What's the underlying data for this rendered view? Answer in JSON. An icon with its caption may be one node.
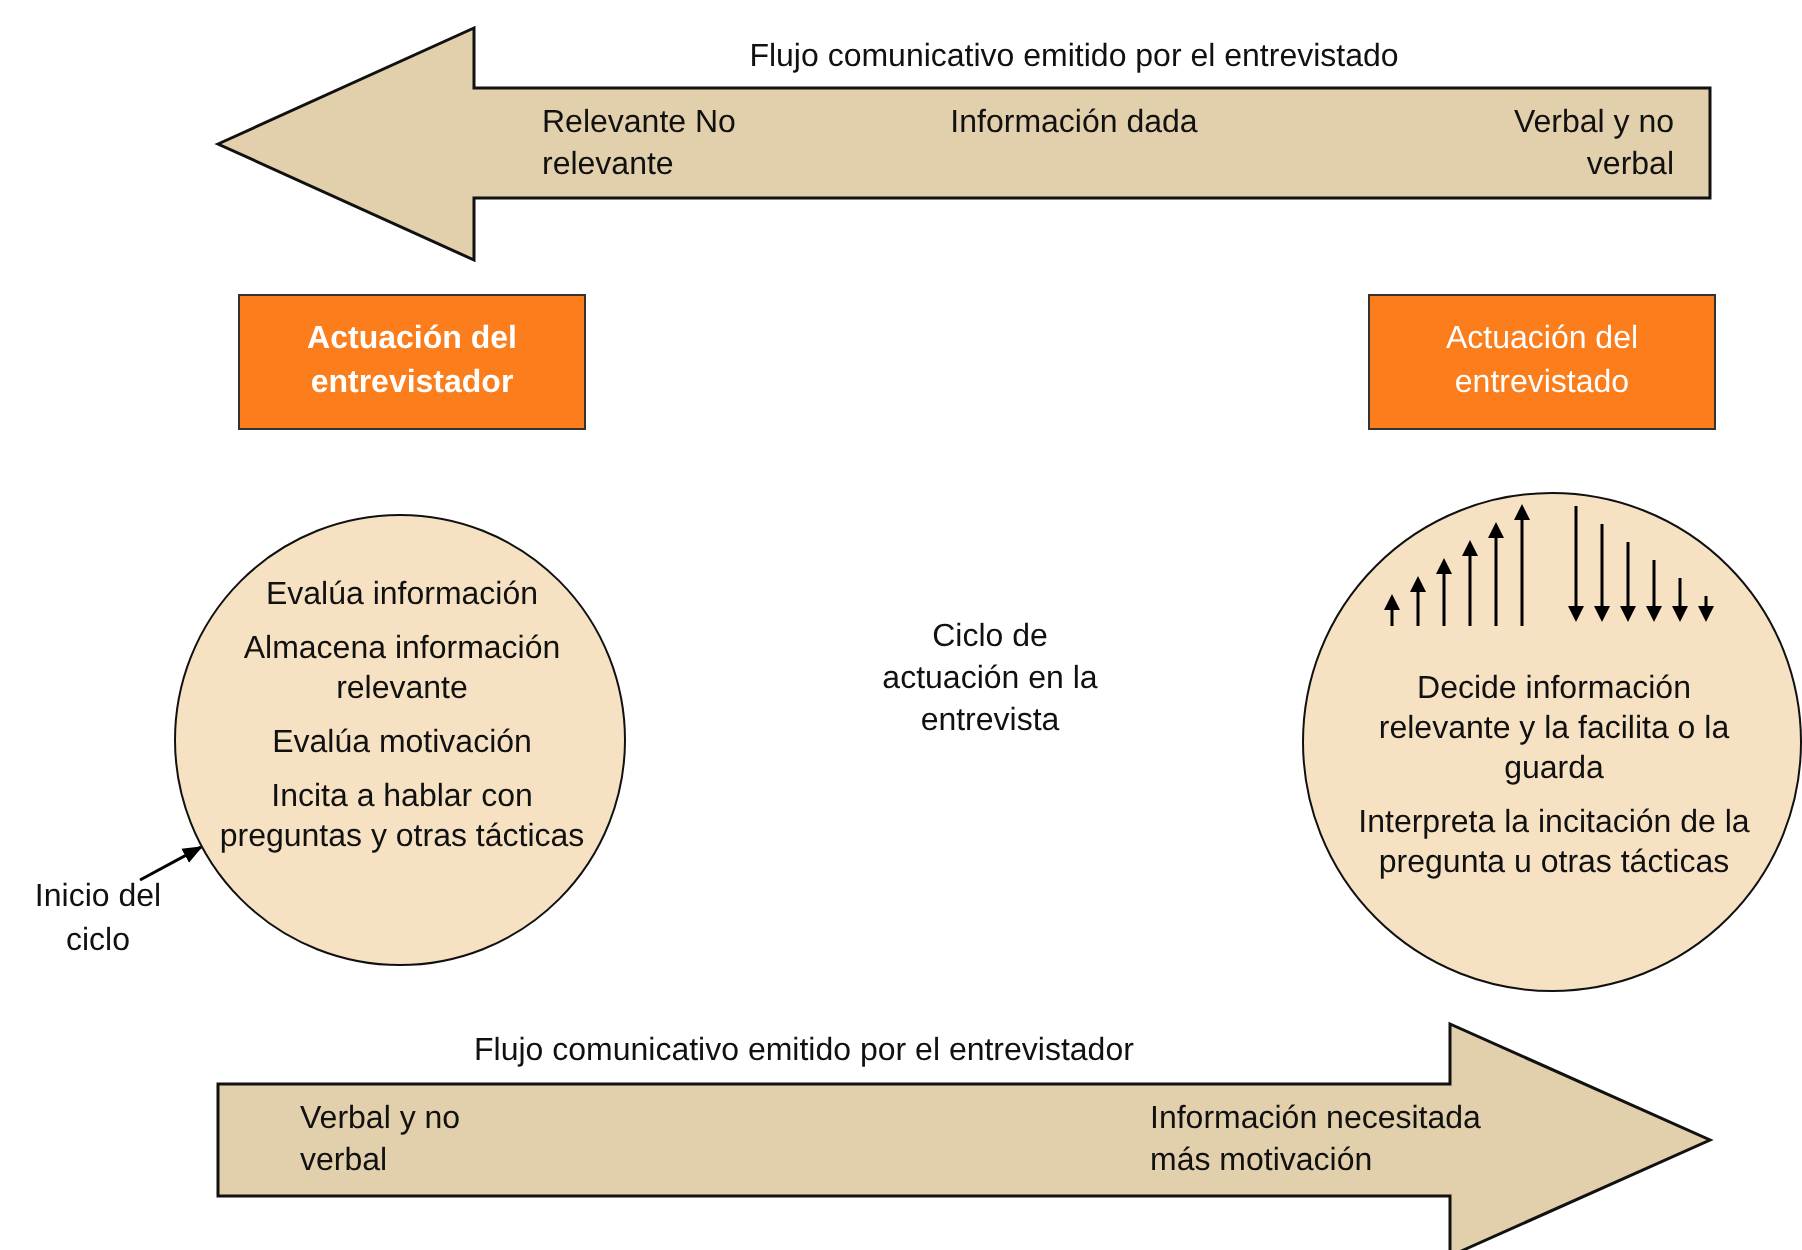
{
  "diagram": {
    "nodes": [
      {
        "text": [
          "Flujo comunicativo emitido por el entrevistado",
          "Relevante No relevante",
          "Información dada",
          "Verbal y no verbal"
        ]
      },
      {
        "text": [
          "Actuación del entrevistador"
        ]
      },
      {
        "text": [
          "Actuación del entrevistado"
        ]
      },
      {
        "text": [
          "Evalúa información",
          "Almacena información relevante",
          "Evalúa motivación",
          "Incita a hablar con preguntas y otras tácticas"
        ]
      },
      {
        "text": [
          "Decide información relevante y la facilita o la guarda",
          "Interpreta la incitación de la pregunta u otras tácticas"
        ]
      },
      {
        "text": [
          "Flujo comunicativo emitido por el entrevistador",
          "Verbal y no verbal",
          "Información necesitada más motivación"
        ]
      },
      {
        "text": [
          "Inicio del ciclo"
        ]
      }
    ],
    "edges": [
      {
        "from": 6,
        "to": 3,
        "arrow": "to"
      }
    ],
    "labels": [
      "Ciclo de actuación en la entrevista"
    ]
  }
}
